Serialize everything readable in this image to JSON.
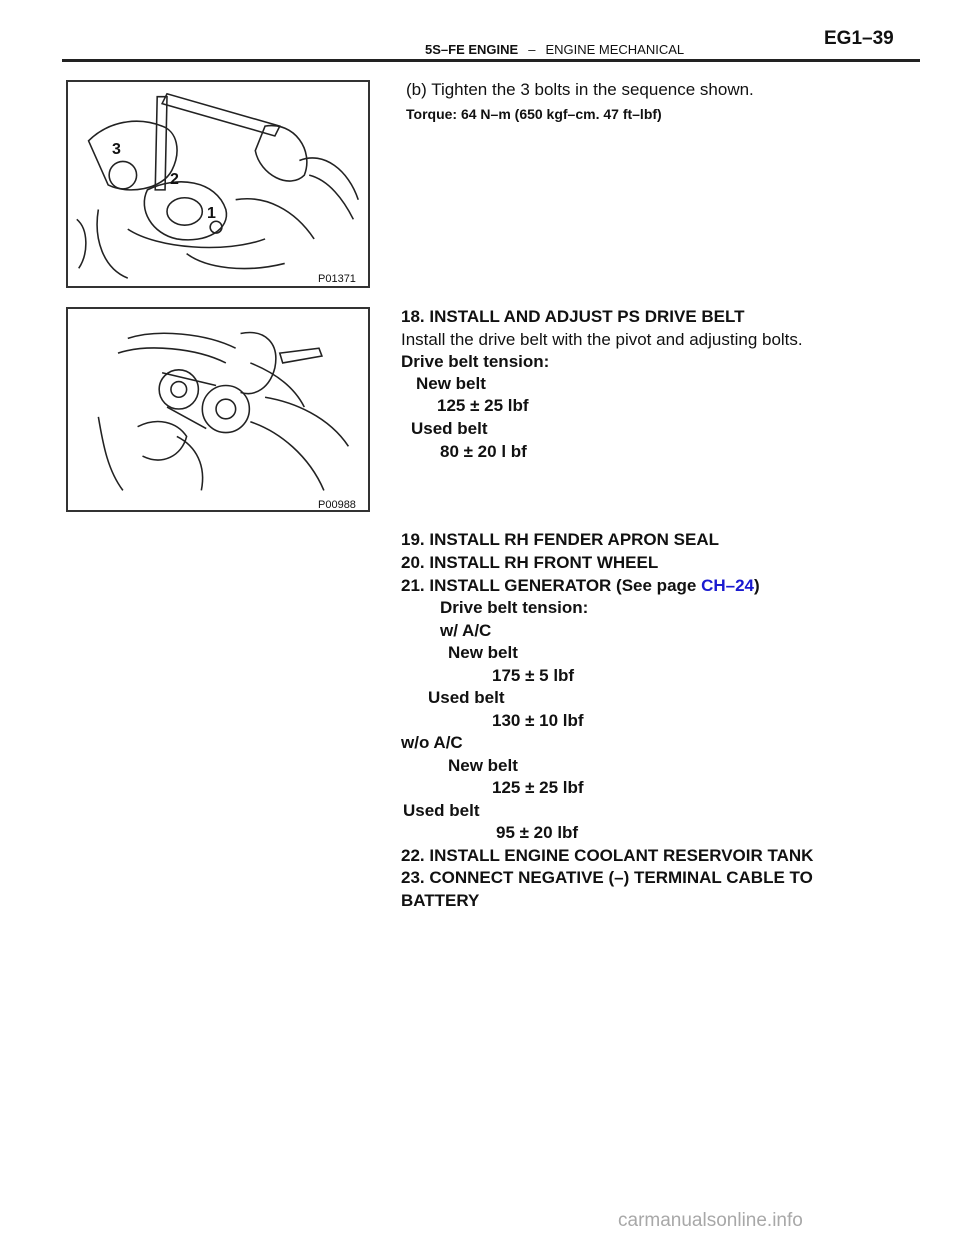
{
  "header": {
    "engine": "5S–FE ENGINE",
    "separator": "–",
    "section": "ENGINE MECHANICAL",
    "page_id": "EG1–39"
  },
  "figure1": {
    "code": "P01371",
    "labels": [
      "3",
      "2",
      "1"
    ]
  },
  "figure2": {
    "code": "P00988"
  },
  "step_b": {
    "text": "(b) Tighten the 3 bolts in the sequence shown.",
    "torque": "Torque: 64 N–m (650 kgf–cm. 47 ft–lbf)"
  },
  "step18": {
    "title": "18. INSTALL AND ADJUST PS DRIVE BELT",
    "text": "Install the drive belt with the pivot and adjusting bolts.",
    "tension_label": "Drive belt tension:",
    "new_belt": "New belt",
    "new_value": "125 ± 25 lbf",
    "used_belt": "Used belt",
    "used_value": "80 ± 20 l bf"
  },
  "step19": "19. INSTALL RH FENDER APRON SEAL",
  "step20": "20. INSTALL RH FRONT WHEEL",
  "step21": {
    "title_prefix": "21. INSTALL GENERATOR (See page ",
    "link": "CH–24",
    "title_suffix": ")",
    "tension_label": "Drive belt tension:",
    "with_ac": "w/ A/C",
    "ac_new_belt": "New belt",
    "ac_new_value": "175 ± 5 lbf",
    "ac_used_belt": "Used belt",
    "ac_used_value": "130 ± 10 lbf",
    "without_ac": "w/o A/C",
    "noac_new_belt": "New belt",
    "noac_new_value": "125 ± 25 lbf",
    "noac_used_belt": "Used belt",
    "noac_used_value": "95 ± 20 lbf"
  },
  "step22": "22. INSTALL ENGINE COOLANT RESERVOIR TANK",
  "step23": {
    "line1": "23. CONNECT NEGATIVE (–) TERMINAL CABLE TO",
    "line2": "BATTERY"
  },
  "watermark": "carmanualsonline.info"
}
